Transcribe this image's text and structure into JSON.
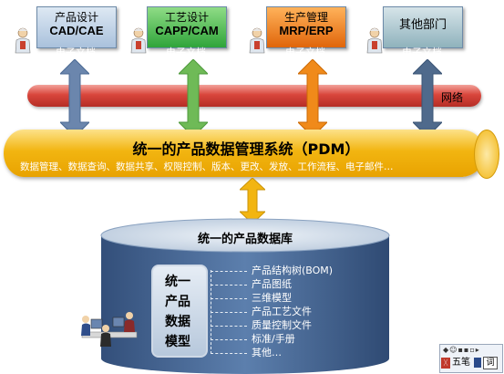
{
  "departments": [
    {
      "line1": "产品设计",
      "line2": "CAD/CAE",
      "doc": "电子文档",
      "color": "#c3d3e6"
    },
    {
      "line1": "工艺设计",
      "line2": "CAPP/CAM",
      "doc": "电子文档",
      "color": "#5ec25a"
    },
    {
      "line1": "生产管理",
      "line2": "MRP/ERP",
      "doc": "电子文档",
      "color": "#f08a1a"
    },
    {
      "line1": "其他部门",
      "line2": "",
      "doc": "电子文档",
      "color": "#b9d0d6"
    }
  ],
  "network_label": "网络",
  "pdm": {
    "title": "统一的产品数据管理系统（PDM）",
    "functions": "数据管理、数据查询、数据共享、权限控制、版本、更改、发放、工作流程、电子邮件…"
  },
  "database": {
    "title": "统一的产品数据库",
    "model_chars": [
      "统一",
      "产品",
      "数据",
      "模型"
    ],
    "items": [
      "产品结构树(BOM)",
      "产品图纸",
      "三维模型",
      "产品工艺文件",
      "质量控制文件",
      "标准/手册",
      "其他…"
    ]
  },
  "ime_toolbar": {
    "mode": "五笔",
    "icon": "词"
  },
  "colors": {
    "pipe_red": "#d9463c",
    "pdm_yellow": "#f2b511",
    "db_blue": "#4f6f99"
  }
}
